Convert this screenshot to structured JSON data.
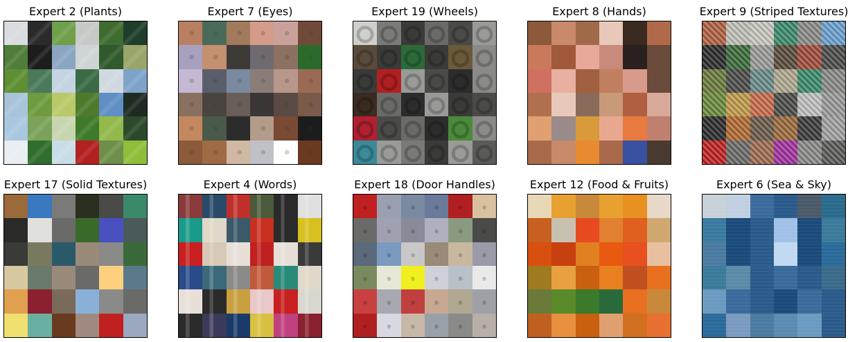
{
  "panels": [
    {
      "title": "Expert 2 (Plants)",
      "style": "plants",
      "tiles": [
        "#d9dde0",
        "#2a2a2a",
        "#6fa04a",
        "#c7c9c6",
        "#3e6b2f",
        "#1f3d2a",
        "#4f7d3a",
        "#1c1c1c",
        "#8ba6c0",
        "#cfd4d6",
        "#2e5a2c",
        "#9aa56a",
        "#5e8f32",
        "#4a7a5a",
        "#c5d4e2",
        "#3b6b45",
        "#d1d9e0",
        "#7ea3c9",
        "#a7c4db",
        "#6e9b3f",
        "#b9c96a",
        "#4d7a2c",
        "#5f8fc4",
        "#1f2a22",
        "#a9c8e0",
        "#7ba25a",
        "#c8d6b0",
        "#3f7a2a",
        "#93b84c",
        "#2b4a2a",
        "#e8eef2",
        "#2f6e2c",
        "#c9dde8",
        "#b32020",
        "#6d8f4a",
        "#8dbf3a"
      ]
    },
    {
      "title": "Expert 7 (Eyes)",
      "style": "eyes",
      "tiles": [
        "#b88060",
        "#4a6a5a",
        "#a27a5c",
        "#d59b8a",
        "#caa19a",
        "#6f4a3a",
        "#a9a0c0",
        "#c49070",
        "#3e3a38",
        "#6e6a70",
        "#8c7060",
        "#2c6a2c",
        "#c4b8d2",
        "#5a5e6a",
        "#7a8aa0",
        "#8a7d78",
        "#b7978a",
        "#9b6a54",
        "#8a7060",
        "#4a4440",
        "#6a5e58",
        "#3a3636",
        "#5a4a44",
        "#7a5a4a",
        "#c48860",
        "#4a5a4a",
        "#2c2c2c",
        "#b49c8a",
        "#7a4a34",
        "#1c1c1c",
        "#8a5a3a",
        "#a06a44",
        "#d0b8a4",
        "#c0c0c8",
        "#ffffff",
        "#6a3a20"
      ]
    },
    {
      "title": "Expert 19 (Wheels)",
      "style": "wheels",
      "tiles": [
        "#cfd0cc",
        "#7a7a78",
        "#3a3a38",
        "#6a6a68",
        "#4a4a48",
        "#9a9a98",
        "#5a4a3a",
        "#3a3a38",
        "#2c6a3a",
        "#3a3a38",
        "#6a5a3a",
        "#8a8a88",
        "#3a3a38",
        "#b02020",
        "#9a9a98",
        "#4a4a48",
        "#2c2c2c",
        "#8a8a88",
        "#3a2a20",
        "#6a6a68",
        "#2c2c2c",
        "#9a9a98",
        "#3a3a38",
        "#4a4a48",
        "#b02030",
        "#4a4a48",
        "#6a6a68",
        "#2c2c2c",
        "#4a8a3a",
        "#8a8a88",
        "#3a8a9a",
        "#9a9a98",
        "#7a7a78",
        "#3a3a38",
        "#9a9a98",
        "#5a5a58"
      ]
    },
    {
      "title": "Expert 8 (Hands)",
      "style": "hands",
      "tiles": [
        "#8a5a3a",
        "#c88a6a",
        "#a06a4a",
        "#e8c8b8",
        "#3a2a20",
        "#b06a4a",
        "#c87a5a",
        "#a05a3a",
        "#e8a89a",
        "#c88a7a",
        "#2a2020",
        "#6a4a3a",
        "#d07060",
        "#e8b0a0",
        "#a06040",
        "#c08060",
        "#d89a8a",
        "#6a4a3a",
        "#b07050",
        "#e8c8b8",
        "#8a6a5a",
        "#c89a7a",
        "#b06040",
        "#d8a898",
        "#e0a070",
        "#9a8a8a",
        "#d89a3a",
        "#e8a890",
        "#e87a40",
        "#c08070",
        "#a86a4a",
        "#c88a6a",
        "#e88a30",
        "#a86a4a",
        "#3a50a0",
        "#4a3a30"
      ]
    },
    {
      "title": "Expert 9 (Striped Textures)",
      "style": "striped",
      "tiles": [
        "#b06040",
        "#c0c0b8",
        "#c8c8c0",
        "#3a8a6a",
        "#8a8a88",
        "#6aa0d0",
        "#2a2a2a",
        "#3a6a3a",
        "#9a9a98",
        "#5a4a3a",
        "#a04a3a",
        "#4a4a48",
        "#6a7a3a",
        "#4a4a48",
        "#6a8a8a",
        "#b0a890",
        "#3a8a6a",
        "#8a8a88",
        "#6a8a3a",
        "#c09a4a",
        "#c86a4a",
        "#4a4a48",
        "#c0c0c0",
        "#9a9a9a",
        "#2a2a2a",
        "#b06a30",
        "#6a5a4a",
        "#9a6a3a",
        "#3a3a3a",
        "#a0a0a0",
        "#c02020",
        "#6a6a68",
        "#a06a50",
        "#a030a0",
        "#8a8a88",
        "#5a5a58"
      ]
    },
    {
      "title": "Expert 17 (Solid Textures)",
      "style": "solid",
      "tiles": [
        "#9a6a3a",
        "#3a78c0",
        "#7a7a78",
        "#2a3020",
        "#4a4a48",
        "#3a8a6a",
        "#2a2a28",
        "#e0e0dc",
        "#6a6a68",
        "#3a6a2a",
        "#4a50c0",
        "#4a5a5a",
        "#3a3a38",
        "#7a7a60",
        "#2a5a6a",
        "#9a8a78",
        "#8a8a88",
        "#3a6a3a",
        "#d8c8a0",
        "#6a7a6a",
        "#9a8a7a",
        "#6a6a68",
        "#fdd080",
        "#5a7a8a",
        "#e0a050",
        "#8a2030",
        "#7a6a5a",
        "#8ab0d8",
        "#8a8a88",
        "#6a6a68",
        "#f0e070",
        "#6ab0a0",
        "#6a3a20",
        "#a08a80",
        "#c02020",
        "#9aa8c0"
      ]
    },
    {
      "title": "Expert 4 (Words)",
      "style": "words",
      "tiles": [
        "#8a3a3a",
        "#2a4a6a",
        "#c0302a",
        "#4a5a3a",
        "#2a2a2a",
        "#e0e0e0",
        "#1a9a8a",
        "#e0d8c8",
        "#3a5a6a",
        "#c83020",
        "#2a2a2a",
        "#d8c020",
        "#c82020",
        "#d8c8b8",
        "#e8e0d8",
        "#c02020",
        "#e8e0d8",
        "#3a3a3a",
        "#2a4a8a",
        "#3a6a7a",
        "#8a8a88",
        "#c05a3a",
        "#2a8a7a",
        "#e0d8c8",
        "#e8e0d8",
        "#2a2a2a",
        "#c8a040",
        "#e8c8c8",
        "#c82020",
        "#d8d8d0",
        "#2a2a2a",
        "#3a3a5a",
        "#1a3a6a",
        "#d8c040",
        "#c04080",
        "#8a2030"
      ]
    },
    {
      "title": "Expert 18 (Door Handles)",
      "style": "handles",
      "tiles": [
        "#c02020",
        "#9aa0b0",
        "#7a8aa0",
        "#6a7a9a",
        "#b02020",
        "#d8c0a0",
        "#6a6a68",
        "#a0a0b0",
        "#8a8a98",
        "#b0b0c0",
        "#8a9a80",
        "#4a4a48",
        "#5a6a7a",
        "#7a9ac0",
        "#c8c8c8",
        "#9a8a78",
        "#c8b8a0",
        "#9a9aa8",
        "#7a8a60",
        "#e8e8d8",
        "#f0f020",
        "#d0d0d8",
        "#b8c0c8",
        "#eaeaea",
        "#c84040",
        "#a8a8b0",
        "#c04040",
        "#c8a890",
        "#b0a890",
        "#a0a0a8",
        "#b02020",
        "#d8d8e0",
        "#c8b8a8",
        "#9aa0a8",
        "#8a8a88",
        "#b8b0a8"
      ]
    },
    {
      "title": "Expert 12 (Food & Fruits)",
      "style": "food",
      "tiles": [
        "#e8d8b8",
        "#e8a030",
        "#c88a3a",
        "#e8a030",
        "#e89020",
        "#e8d8c8",
        "#c86020",
        "#c8c0b0",
        "#e84a20",
        "#e08030",
        "#e06020",
        "#d0a870",
        "#d85010",
        "#c84010",
        "#e08020",
        "#e85a10",
        "#e85020",
        "#e8c0a0",
        "#a07a20",
        "#e8a040",
        "#c86010",
        "#e88020",
        "#c05020",
        "#e87020",
        "#6a7a3a",
        "#5a8a2a",
        "#3a7a2a",
        "#2a6a3a",
        "#e87020",
        "#c88a3a",
        "#c06020",
        "#e89040",
        "#c86010",
        "#e0a070",
        "#d07020",
        "#e87030"
      ]
    },
    {
      "title": "Expert 6 (Sea & Sky)",
      "style": "sea",
      "tiles": [
        "#c8d0d8",
        "#c0d0e0",
        "#3a6a9a",
        "#2a5a8a",
        "#4a5a6a",
        "#2a6a8a",
        "#3a7aa0",
        "#1a4a7a",
        "#2a5a8a",
        "#a0c0e8",
        "#1a4a7a",
        "#3a7a9a",
        "#4a7aa0",
        "#1a4a7a",
        "#2a5a8a",
        "#c0d8f0",
        "#1a4a7a",
        "#2a6a9a",
        "#3a7a9a",
        "#5a8aa8",
        "#2a5a8a",
        "#3a6a9a",
        "#2a5a8a",
        "#3a6a8a",
        "#6a9ac0",
        "#3a6a9a",
        "#2a5a8a",
        "#1a4a7a",
        "#3a6a9a",
        "#2a5a8a",
        "#2a6a9a",
        "#7a9ac0",
        "#4a7aa0",
        "#5a8ab0",
        "#6a9ac0",
        "#2a5a8a"
      ]
    }
  ]
}
